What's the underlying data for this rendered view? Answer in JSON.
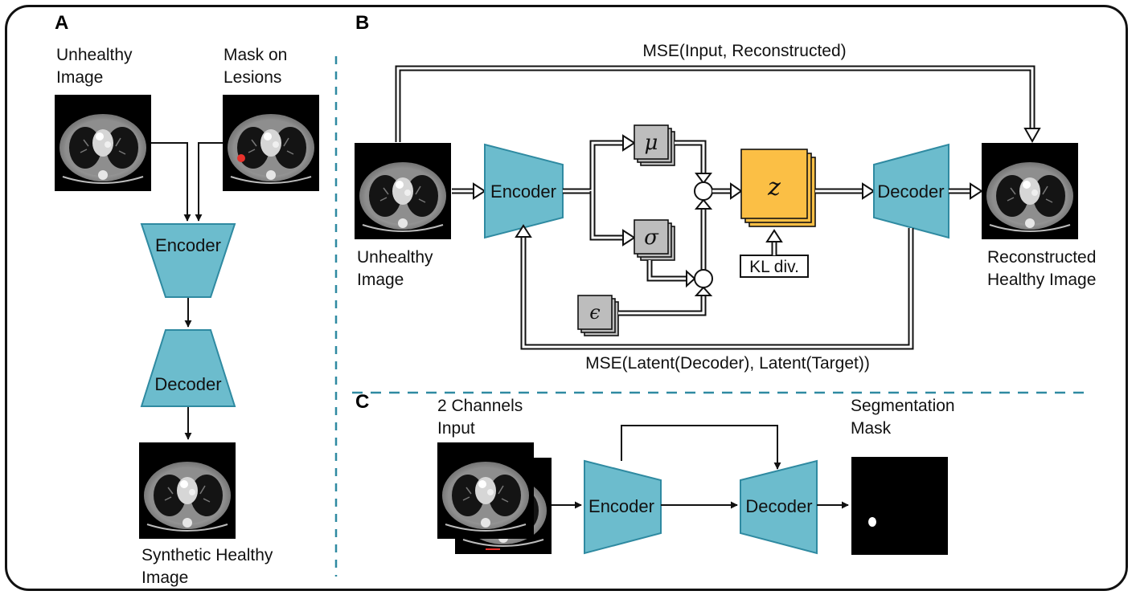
{
  "panels": {
    "a": {
      "letter": "A",
      "unhealthy_label": [
        "Unhealthy",
        "Image"
      ],
      "mask_label": [
        "Mask on",
        "Lesions"
      ],
      "encoder": "Encoder",
      "decoder": "Decoder",
      "output_label": [
        "Synthetic Healthy",
        "Image"
      ]
    },
    "b": {
      "letter": "B",
      "top_loss": "MSE(Input, Reconstructed)",
      "input_label": [
        "Unhealthy",
        "Image"
      ],
      "encoder": "Encoder",
      "mu": "μ",
      "sigma": "σ",
      "epsilon": "ϵ",
      "z": "z",
      "kl": "KL div.",
      "decoder": "Decoder",
      "output_label": [
        "Reconstructed",
        "Healthy Image"
      ],
      "bottom_loss": "MSE(Latent(Decoder), Latent(Target))"
    },
    "c": {
      "letter": "C",
      "input_label": [
        "2 Channels",
        "Input"
      ],
      "encoder": "Encoder",
      "decoder": "Decoder",
      "output_label": [
        "Segmentation",
        "Mask"
      ]
    }
  },
  "colors": {
    "block_fill": "#6cbccd",
    "block_stroke": "#2f8aa1",
    "latent_fill": "#fbbf45",
    "divider": "#2f8aa1",
    "lesion": "#e8322c"
  },
  "icons": [
    "ct-scan-image",
    "segmentation-mask-image"
  ]
}
